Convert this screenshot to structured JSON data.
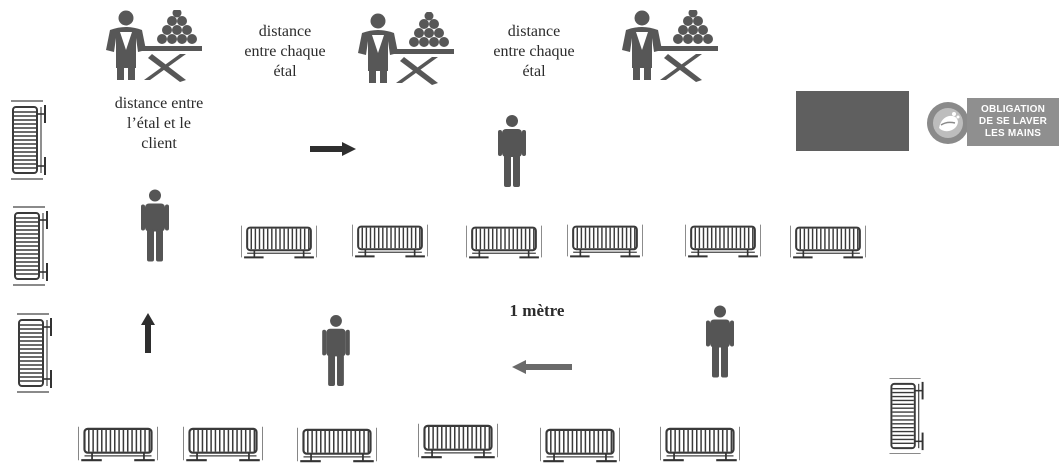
{
  "labels": {
    "distance_stall_client": "distance  entre\nl’étal et le\nclient",
    "distance_between_stalls_1": "distance\nentre chaque\nétal",
    "distance_between_stalls_2": "distance\nentre chaque\nétal",
    "one_meter": "1 mètre"
  },
  "sign": {
    "text": "OBLIGATION\nDE SE LAVER\nLES MAINS",
    "icon": "hand-washing-icon"
  },
  "icons": {
    "vendor": "vendor-stall-icon",
    "person": "person-icon",
    "barrier_horizontal": "barrier-horizontal-icon",
    "barrier_vertical": "barrier-vertical-icon",
    "arrow": "arrow-icon"
  },
  "colors": {
    "figure": "#555555",
    "barrier": "#3a3a3a",
    "text": "#2b2b2b",
    "sign_bg": "#8f8f8f",
    "dark_box": "#5f5f5f"
  }
}
